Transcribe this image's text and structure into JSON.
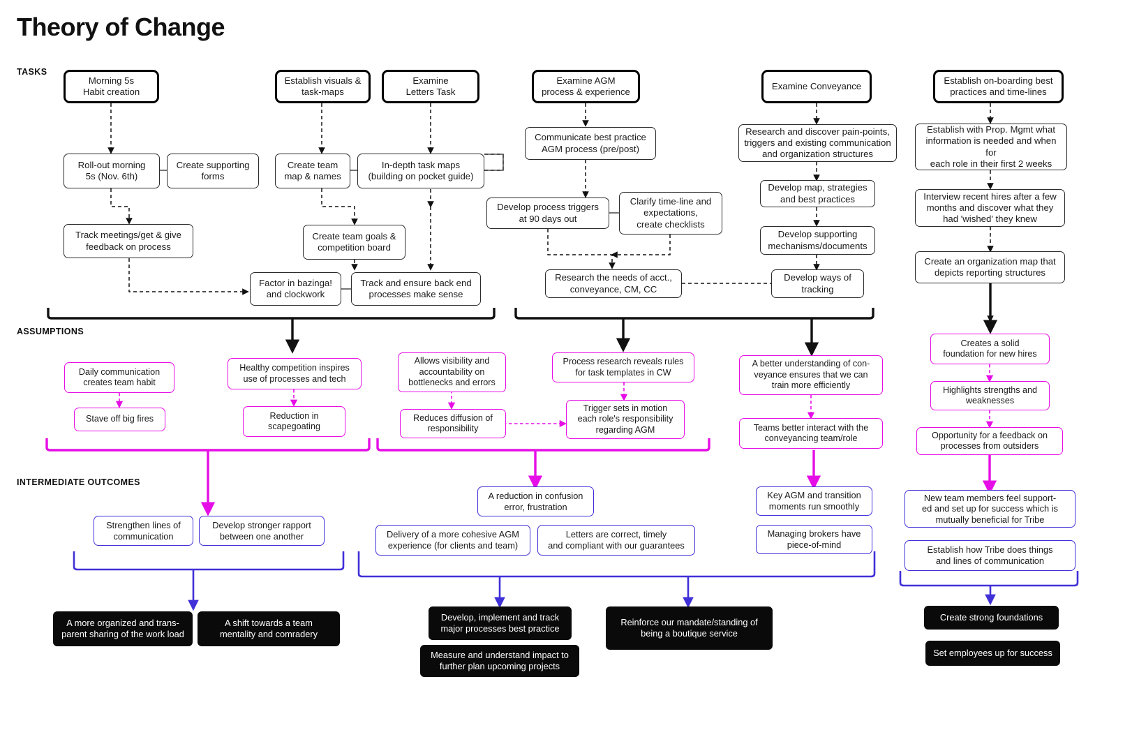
{
  "title": "Theory of Change",
  "colors": {
    "task_border": "#2b2b2b",
    "task_top_border": "#000000",
    "assumption": "#e60ee6",
    "outcome": "#4030d8",
    "final_bg": "#0a0a0a",
    "background": "#ffffff"
  },
  "sections": {
    "tasks_label": "TASKS",
    "assumptions_label": "ASSUMPTIONS",
    "intermediate_label": "INTERMEDIATE OUTCOMES"
  },
  "tasks": {
    "headers": [
      {
        "id": "t-morning",
        "text": "Morning 5s\nHabit creation"
      },
      {
        "id": "t-visuals",
        "text": "Establish visuals &\ntask-maps"
      },
      {
        "id": "t-letters",
        "text": "Examine\nLetters Task"
      },
      {
        "id": "t-agm",
        "text": "Examine AGM\nprocess & experience"
      },
      {
        "id": "t-conveyance",
        "text": "Examine Conveyance"
      },
      {
        "id": "t-onboarding",
        "text": "Establish on-boarding best\npractices and time-lines"
      }
    ],
    "steps": [
      {
        "id": "s-rollout",
        "text": "Roll-out morning\n5s (Nov. 6th)"
      },
      {
        "id": "s-forms",
        "text": "Create supporting\nforms"
      },
      {
        "id": "s-teammap",
        "text": "Create team\nmap & names"
      },
      {
        "id": "s-taskmaps",
        "text": "In-depth task maps\n(building on pocket guide)"
      },
      {
        "id": "s-communicate",
        "text": "Communicate best practice\nAGM process (pre/post)"
      },
      {
        "id": "s-painpoints",
        "text": "Research and discover pain-points,\ntriggers and existing communication\nand organization structures"
      },
      {
        "id": "s-propmgmt",
        "text": "Establish with Prop. Mgmt what\ninformation is needed and when for\neach role in their first 2 weeks"
      },
      {
        "id": "s-trackmeetings",
        "text": "Track meetings/get & give\nfeedback on process"
      },
      {
        "id": "s-teamgoals",
        "text": "Create team goals &\ncompetition board"
      },
      {
        "id": "s-triggers",
        "text": "Develop process triggers\nat 90 days out"
      },
      {
        "id": "s-clarify",
        "text": "Clarify time-line and\nexpectations,\ncreate checklists"
      },
      {
        "id": "s-devmap",
        "text": "Develop map, strategies\nand best practices"
      },
      {
        "id": "s-interview",
        "text": "Interview recent hires after a few\nmonths and discover what they\nhad 'wished' they knew"
      },
      {
        "id": "s-mechanisms",
        "text": "Develop supporting\nmechanisms/documents"
      },
      {
        "id": "s-orgmap",
        "text": "Create an organization map that\ndepicts reporting structures"
      },
      {
        "id": "s-bazinga",
        "text": "Factor in bazinga!\nand clockwork"
      },
      {
        "id": "s-backend",
        "text": "Track and ensure back end\nprocesses make sense"
      },
      {
        "id": "s-needs",
        "text": "Research the needs of acct.,\nconveyance, CM, CC"
      },
      {
        "id": "s-tracking",
        "text": "Develop ways of\ntracking"
      }
    ]
  },
  "assumptions": [
    {
      "id": "a-daily",
      "text": "Daily communication\ncreates team habit"
    },
    {
      "id": "a-stave",
      "text": "Stave off big fires"
    },
    {
      "id": "a-healthy",
      "text": "Healthy competition inspires\nuse of processes and tech"
    },
    {
      "id": "a-scapegoat",
      "text": "Reduction in\nscapegoating"
    },
    {
      "id": "a-visibility",
      "text": "Allows visibility and\naccountability on\nbottlenecks and errors"
    },
    {
      "id": "a-diffusion",
      "text": "Reduces diffusion of\nresponsibility"
    },
    {
      "id": "a-procresearch",
      "text": "Process research reveals rules\nfor task templates in CW"
    },
    {
      "id": "a-trigger",
      "text": "Trigger sets in motion\neach role's responsibility\nregarding AGM"
    },
    {
      "id": "a-conveyunderstand",
      "text": "A better understanding of con-\nveyance ensures that we can\ntrain more efficiently"
    },
    {
      "id": "a-teamsinteract",
      "text": "Teams better interact with the\nconveyancing team/role"
    },
    {
      "id": "a-solidfound",
      "text": "Creates a solid\nfoundation for new hires"
    },
    {
      "id": "a-strengths",
      "text": "Highlights strengths and\nweaknesses"
    },
    {
      "id": "a-feedback",
      "text": "Opportunity for a feedback on\nprocesses from outsiders"
    }
  ],
  "intermediate_outcomes": [
    {
      "id": "o-strengthen",
      "text": "Strengthen lines of\ncommunication"
    },
    {
      "id": "o-rapport",
      "text": "Develop stronger rapport\nbetween one another"
    },
    {
      "id": "o-confusion",
      "text": "A reduction in confusion\nerror, frustration"
    },
    {
      "id": "o-cohesive",
      "text": "Delivery of a more cohesive AGM\nexperience (for clients and team)"
    },
    {
      "id": "o-letters",
      "text": "Letters are correct, timely\nand compliant with our guarantees"
    },
    {
      "id": "o-keyagm",
      "text": "Key AGM and transition\nmoments run smoothly"
    },
    {
      "id": "o-brokers",
      "text": "Managing brokers have\npiece-of-mind"
    },
    {
      "id": "o-newteam",
      "text": "New team members feel support-\ned and set up for success which is\nmutually beneficial for Tribe"
    },
    {
      "id": "o-tribe",
      "text": "Establish how Tribe does things\nand lines of communication"
    }
  ],
  "final_outcomes": [
    {
      "id": "f-organized",
      "text": "A more organized and trans-\nparent sharing of the work load"
    },
    {
      "id": "f-shift",
      "text": "A shift towards a team\nmentality and comradery"
    },
    {
      "id": "f-develop",
      "text": "Develop, implement and track\nmajor processes best practice"
    },
    {
      "id": "f-measure",
      "text": "Measure and understand impact to\nfurther plan upcoming projects"
    },
    {
      "id": "f-reinforce",
      "text": "Reinforce our mandate/standing of\nbeing a boutique service"
    },
    {
      "id": "f-foundations",
      "text": "Create strong foundations"
    },
    {
      "id": "f-employees",
      "text": "Set employees up for success"
    }
  ]
}
